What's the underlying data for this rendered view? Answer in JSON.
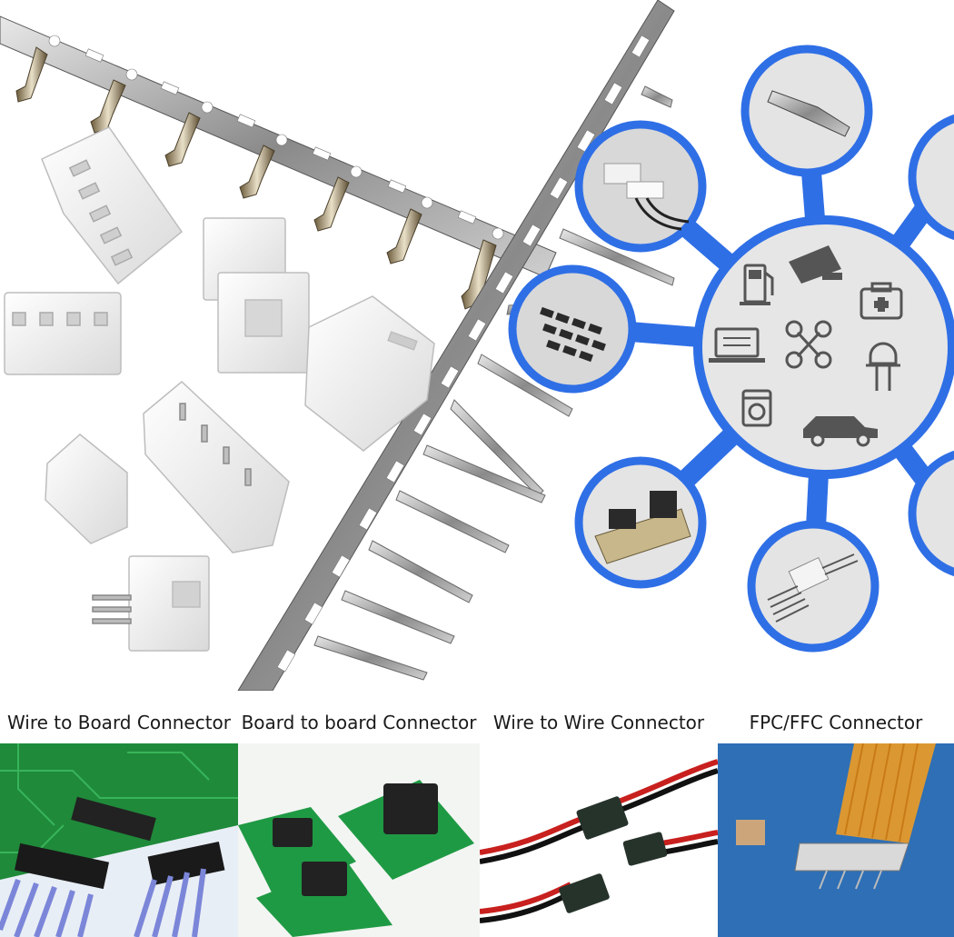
{
  "captions": [
    "Wire to Board Connector",
    "Board to board Connector",
    "Wire to Wire Connector",
    "FPC/FFC Connector"
  ],
  "colors": {
    "hub_blue": "#2f6fe6",
    "hub_fill": "#e6e6e6",
    "icon_gray": "#555555",
    "pcb_green": "#1f8a3a",
    "wire_red": "#c8201e",
    "fpc_orange": "#e59a2b",
    "fpc_blue": "#2e6fb6"
  },
  "hub_icons": [
    "fuel-pump-icon",
    "cctv-camera-icon",
    "first-aid-kit-icon",
    "laptop-icon",
    "drone-icon",
    "led-icon",
    "washing-machine-icon",
    "car-icon"
  ]
}
